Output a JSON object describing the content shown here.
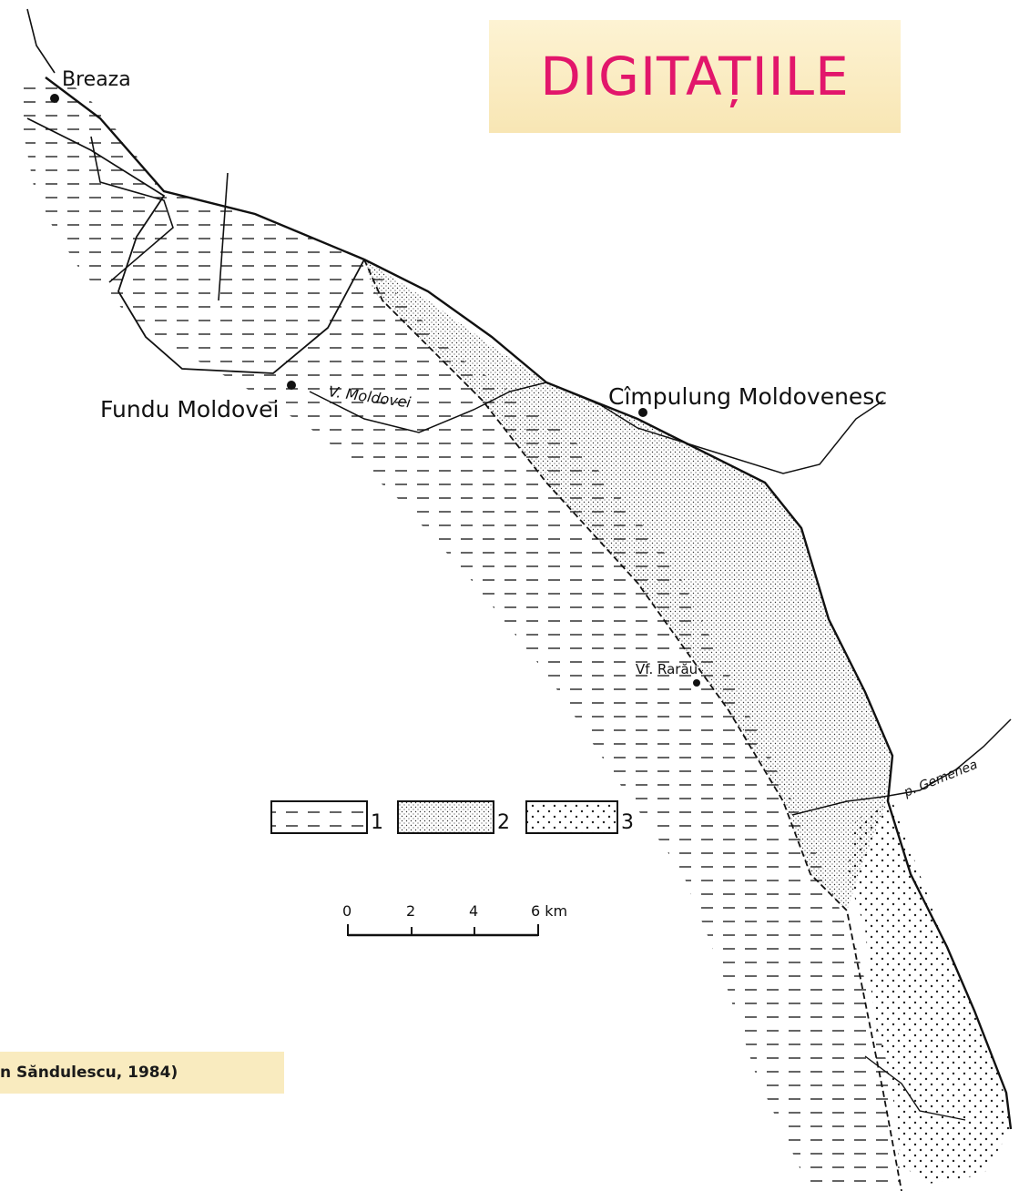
{
  "title": "DIGITAȚIILE",
  "source": "n Săndulescu, 1984)",
  "places": {
    "breaza": "Breaza",
    "fundu_moldovei": "Fundu Moldovei",
    "campulung": "Cîmpulung Moldovenesc",
    "raraul": "Vf. Rarău"
  },
  "rivers": {
    "moldova": "V. Moldovei",
    "gemenea": "p. Gemenea"
  },
  "legend": {
    "items": [
      {
        "label": "1",
        "pattern": "dashes"
      },
      {
        "label": "2",
        "pattern": "fine-dots"
      },
      {
        "label": "3",
        "pattern": "coarse-dots"
      }
    ]
  },
  "scale": {
    "ticks": [
      "0",
      "2",
      "4",
      "6 km"
    ]
  },
  "colors": {
    "title": "#e2166b",
    "title_bg": "#f9ebbf",
    "source_bg": "#f9ebbf",
    "ink": "#111111"
  }
}
